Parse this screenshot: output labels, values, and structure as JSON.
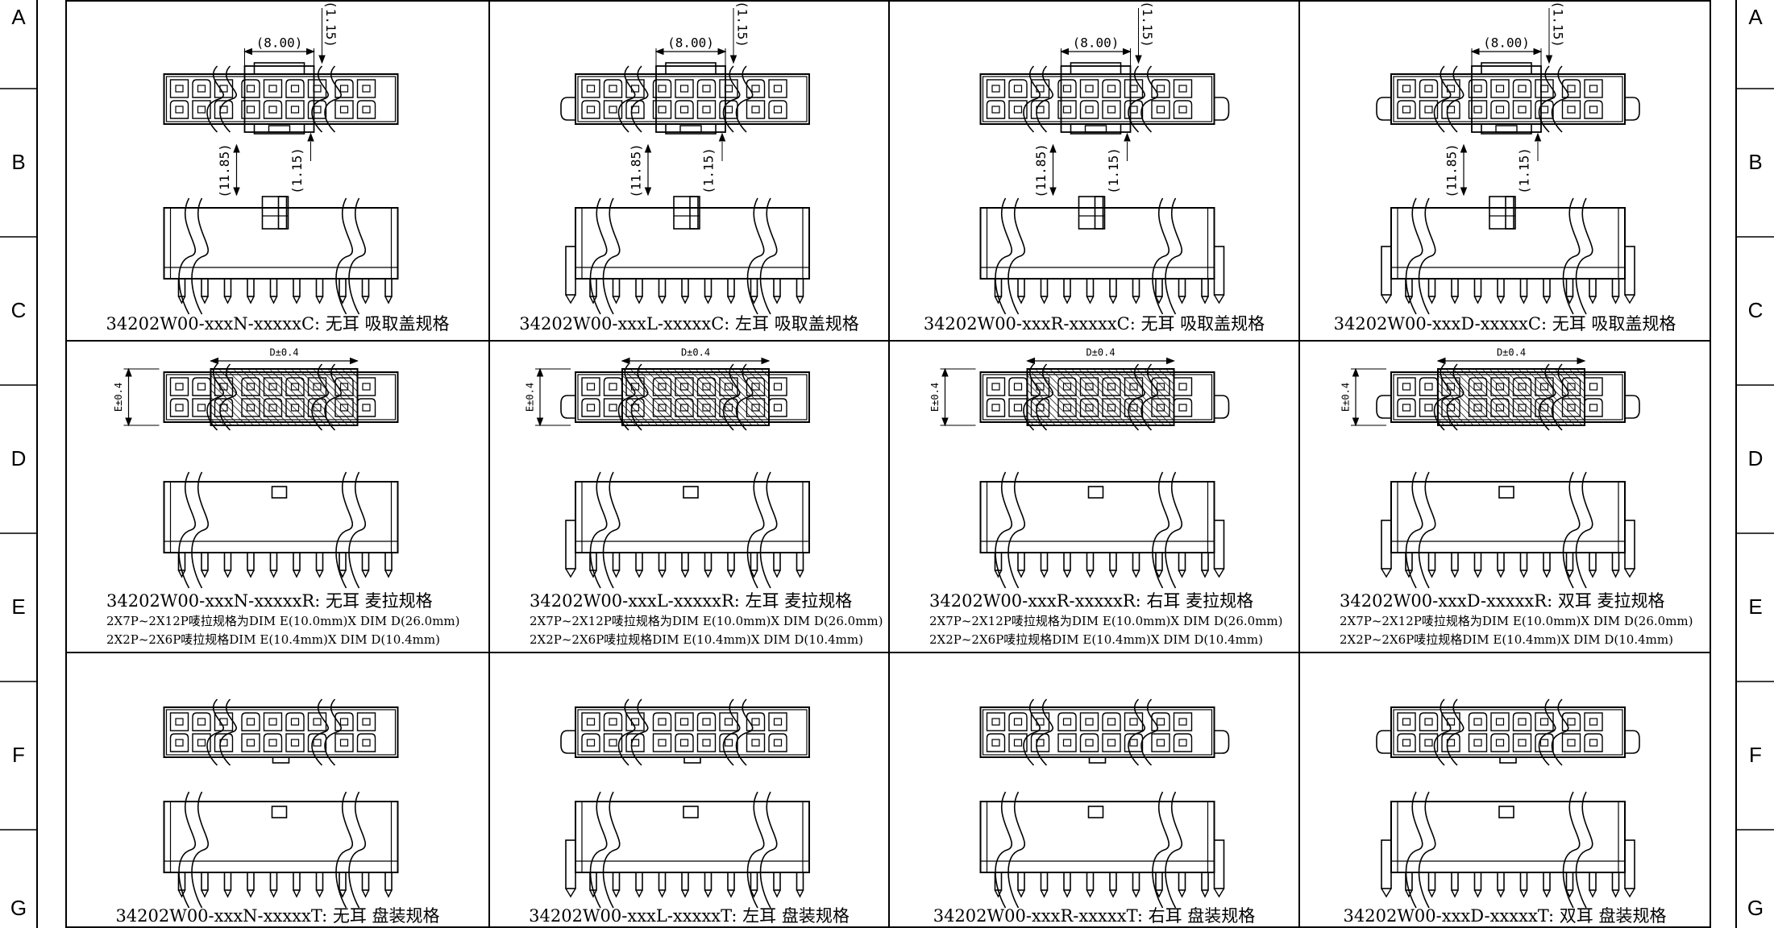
{
  "zones": [
    "A",
    "B",
    "C",
    "D",
    "E",
    "F",
    "G"
  ],
  "rows": [
    {
      "kind": "pick-cap",
      "cells": [
        {
          "ears": "N",
          "caption": "34202W00-xxxN-xxxxxC: 无耳 吸取盖规格"
        },
        {
          "ears": "L",
          "caption": "34202W00-xxxL-xxxxxC: 左耳 吸取盖规格"
        },
        {
          "ears": "R",
          "caption": "34202W00-xxxR-xxxxxC: 无耳 吸取盖规格"
        },
        {
          "ears": "D",
          "caption": "34202W00-xxxD-xxxxxC: 无耳 吸取盖规格"
        }
      ],
      "dims": {
        "width": "(8.00)",
        "top": "(1.15)",
        "depth": "(11.85)",
        "bottom": "(1.15)"
      }
    },
    {
      "kind": "mylar",
      "cells": [
        {
          "ears": "N",
          "caption": "34202W00-xxxN-xxxxxR: 无耳 麦拉规格"
        },
        {
          "ears": "L",
          "caption": "34202W00-xxxL-xxxxxR: 左耳 麦拉规格"
        },
        {
          "ears": "R",
          "caption": "34202W00-xxxR-xxxxxR: 右耳 麦拉规格"
        },
        {
          "ears": "D",
          "caption": "34202W00-xxxD-xxxxxR: 双耳 麦拉规格"
        }
      ],
      "dims": {
        "d": "D±0.4",
        "e": "E±0.4"
      },
      "notes": [
        "2X7P~2X12P唛拉规格为DIM E(10.0mm)X DIM D(26.0mm)",
        "2X2P~2X6P唛拉规格DIM E(10.4mm)X DIM D(10.4mm)"
      ]
    },
    {
      "kind": "tray",
      "cells": [
        {
          "ears": "N",
          "caption": "34202W00-xxxN-xxxxxT: 无耳 盘装规格"
        },
        {
          "ears": "L",
          "caption": "34202W00-xxxL-xxxxxT: 左耳 盘装规格"
        },
        {
          "ears": "R",
          "caption": "34202W00-xxxR-xxxxxT: 右耳 盘装规格"
        },
        {
          "ears": "D",
          "caption": "34202W00-xxxD-xxxxxT: 双耳 盘装规格"
        }
      ]
    }
  ]
}
